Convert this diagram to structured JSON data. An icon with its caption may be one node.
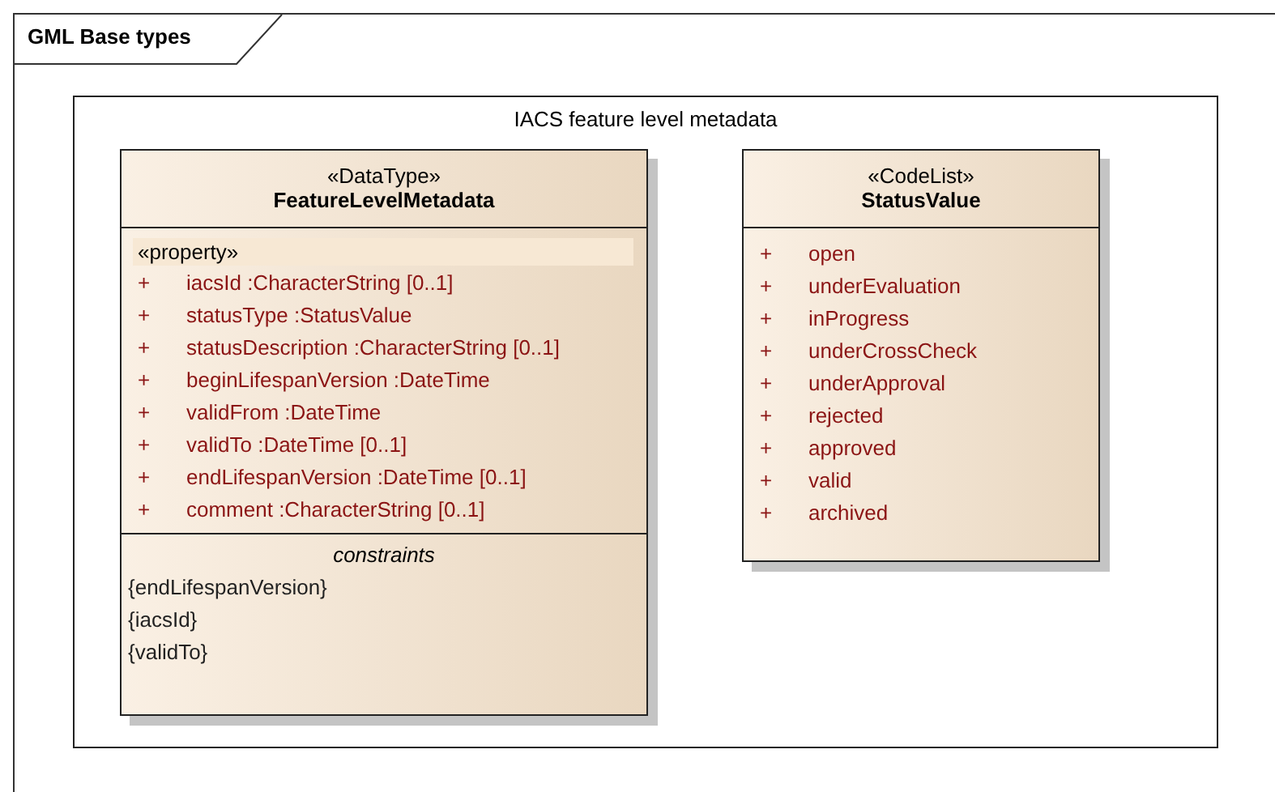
{
  "diagram": {
    "nodes": [
      {
        "text": [
          "GML Base types"
        ]
      },
      {
        "text": [
          "IACS feature level metadata"
        ],
        "in": 0
      },
      {
        "text": [
          "«DataType»",
          "FeatureLevelMetadata",
          "«property»",
          "+ iacsId :CharacterString [0..1]",
          "+ statusType :StatusValue",
          "+ statusDescription :CharacterString [0..1]",
          "+ beginLifespanVersion :DateTime",
          "+ validFrom :DateTime",
          "+ validTo :DateTime [0..1]",
          "+ endLifespanVersion :DateTime [0..1]",
          "+ comment :CharacterString [0..1]",
          "constraints",
          "{endLifespanVersion}",
          "{iacsId}",
          "{validTo}"
        ],
        "in": 1
      },
      {
        "text": [
          "«CodeList»",
          "StatusValue",
          "+ open",
          "+ underEvaluation",
          "+ inProgress",
          "+ underCrossCheck",
          "+ underApproval",
          "+ rejected",
          "+ approved",
          "+ valid",
          "+ archived"
        ],
        "in": 1
      }
    ],
    "edges": []
  }
}
